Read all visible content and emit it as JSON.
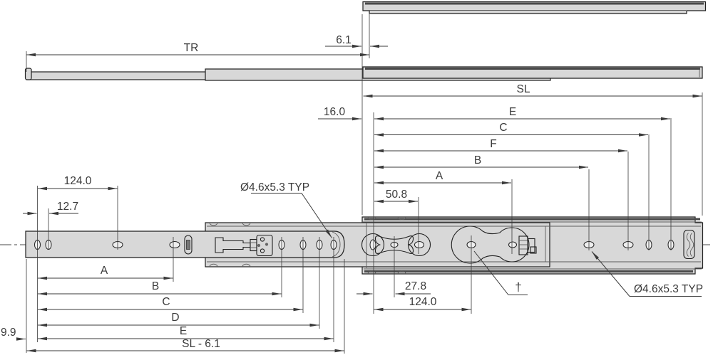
{
  "drawing": {
    "colors": {
      "background": "#ffffff",
      "rail_fill": "#d8d8d8",
      "outline": "#1f1f1f",
      "dimension_line": "#3a3a3a",
      "text": "#3a3a3a"
    },
    "labels": {
      "tr": "TR",
      "gap_6_1": "6.1",
      "sl": "SL",
      "offset_16": "16.0",
      "e_top": "E",
      "c_top": "C",
      "f_top": "F",
      "b_top": "B",
      "a_top": "A",
      "d50_8": "50.8",
      "d124_top": "124.0",
      "d12_7": "12.7",
      "hole_spec_mid": "Ø4.6x5.3 TYP",
      "hole_spec_right": "Ø4.6x5.3 TYP",
      "d27_8": "27.8",
      "d124_bottom": "124.0",
      "dagger": "†",
      "a_bottom": "A",
      "b_bottom": "B",
      "c_bottom": "C",
      "d_bottom": "D",
      "e_bottom": "E",
      "sl_minus_6_1": "SL - 6.1",
      "d9_9": "9.9"
    }
  }
}
